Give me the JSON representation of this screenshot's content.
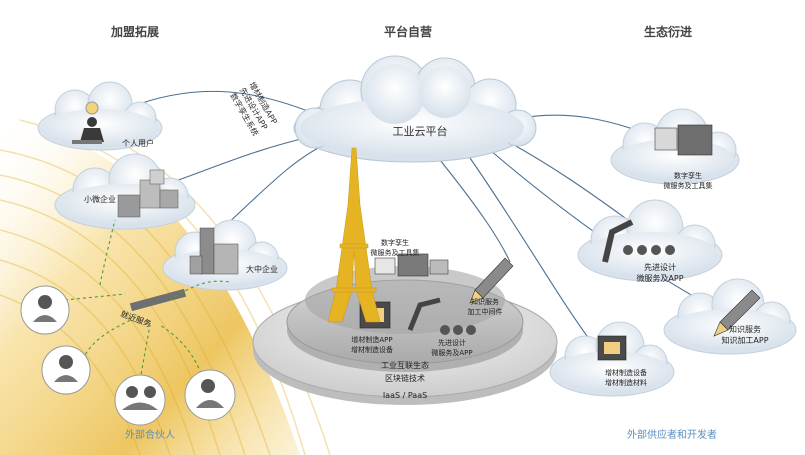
{
  "headers": {
    "left": "加盟拓展",
    "center": "平台自营",
    "right": "生态衍进"
  },
  "central_cloud": {
    "label": "工业云平台"
  },
  "vertical_label_lines": [
    "数字孪生系统",
    "先进设计APP",
    "增材制造APP"
  ],
  "left_clouds": {
    "personal": "个人用户",
    "small": "小微企业",
    "large": "大中企业"
  },
  "nearby_service": "就近服务",
  "external_partners": "外部合伙人",
  "platform": {
    "items": [
      {
        "line1": "数字孪生",
        "line2": "微服务及工具集"
      },
      {
        "line1": "知识服务",
        "line2": "加工中间件"
      },
      {
        "line1": "增材制造APP",
        "line2": "增材制造设备"
      },
      {
        "line1": "先进设计",
        "line2": "微服务及APP"
      }
    ],
    "layer_ecosystem": "工业互联生态",
    "layer_blockchain": "区块链技术",
    "layer_base": "IaaS / PaaS"
  },
  "right_clouds": [
    {
      "line1": "数字孪生",
      "line2": "微服务及工具集"
    },
    {
      "line1": "先进设计",
      "line2": "微服务及APP"
    },
    {
      "line1": "知识服务",
      "line2": "知识加工APP"
    },
    {
      "line1": "增材制造设备",
      "line2": "增材制造材料"
    }
  ],
  "external_suppliers": "外部供应者和开发者",
  "colors": {
    "accent_gold": "#e0b020",
    "header_text": "#444444",
    "label_blue": "#5a8fbd",
    "cloud_fill": "#e4ecf4",
    "tower": "#e6b422"
  }
}
